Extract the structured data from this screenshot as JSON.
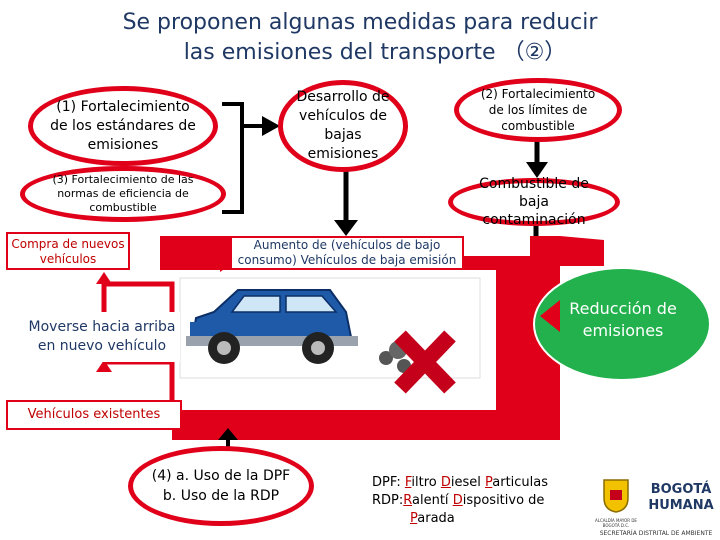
{
  "title": {
    "line1": "Se proponen algunas medidas para reducir",
    "line2": "las emisiones del transporte （②）"
  },
  "measures": {
    "m1": "(1) Fortalecimiento de los estándares de emisiones",
    "m3": "(3) Fortalecimiento de las normas de eficiencia de combustible",
    "m2": "(2) Fortalecimiento de los límites de combustible",
    "m4_a": "(4) a. Uso de la DPF",
    "m4_b": "b. Uso de la RDP"
  },
  "nodes": {
    "low_emission": "Desarrollo de vehículos de bajas emisiones",
    "low_pollution_fuel": "Combustible de baja contaminación",
    "purchase": "Compra de nuevos vehículos",
    "increase": "Aumento de (vehículos de bajo consumo) Vehículos de baja emisión",
    "move_up": "Moverse hacia arriba en nuevo vehículo",
    "existing": "Vehículos existentes",
    "reduction": "Reducción de emisiones"
  },
  "legend": {
    "dpf_prefix": "DPF: ",
    "dpf_words": [
      [
        "F",
        "iltro "
      ],
      [
        "D",
        "iesel "
      ],
      [
        "P",
        "articulas"
      ]
    ],
    "rdp_prefix": "RDP:",
    "rdp_words": [
      [
        "R",
        "alentí "
      ],
      [
        "D",
        "ispositivo de"
      ],
      [
        "P",
        "arada"
      ]
    ]
  },
  "logos": {
    "alcaldia": "ALCALDÍA MAYOR DE BOGOTÁ D.C.",
    "brand_line1": "BOGOTÁ",
    "brand_line2": "HUMANA",
    "secretaria": "SECRETARÍA DISTRITAL DE AMBIENTE"
  },
  "colors": {
    "accent_red": "#e0001a",
    "title_blue": "#1f3864",
    "reduction_green": "#22b14c",
    "car_blue": "#1e5aa8"
  }
}
